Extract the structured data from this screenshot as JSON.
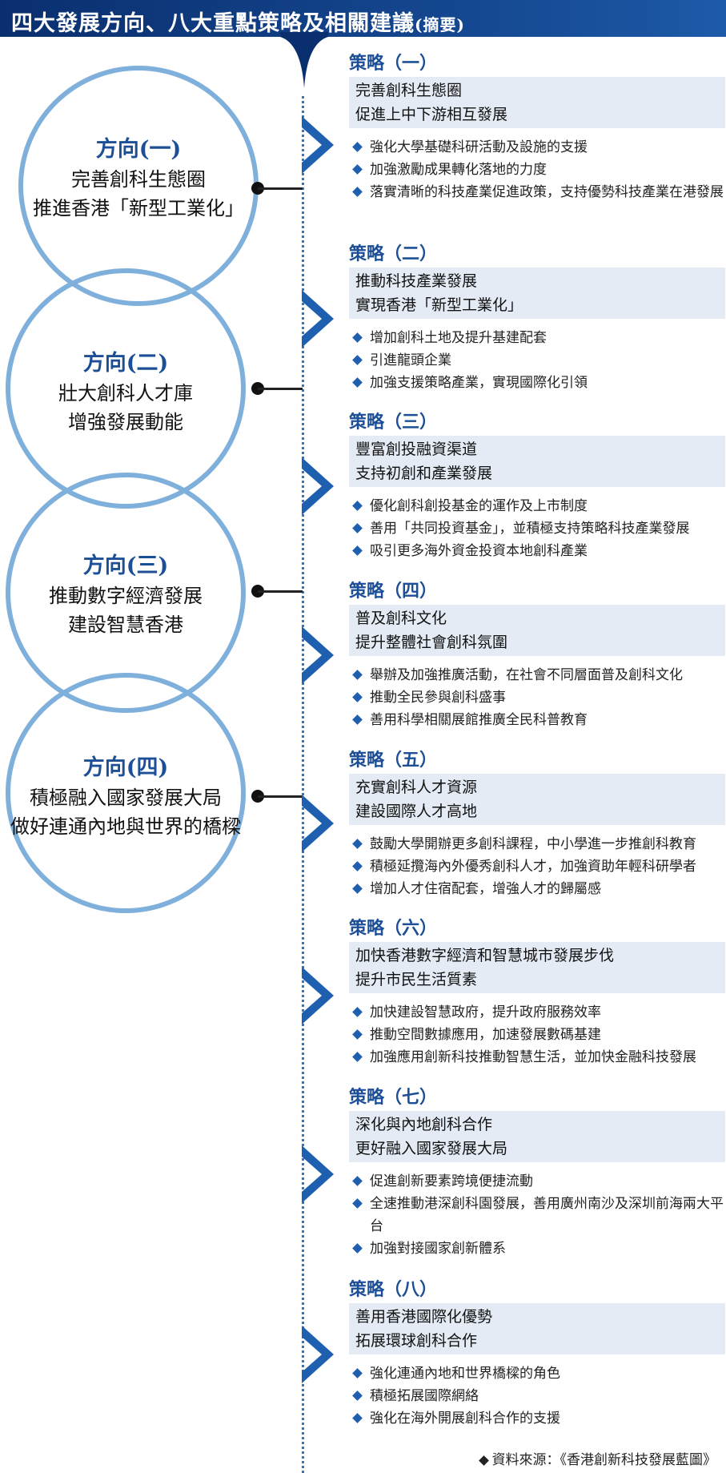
{
  "header": {
    "title": "四大發展方向、八大重點策略及相關建議",
    "title_suffix": "(摘要)"
  },
  "directions": [
    {
      "title": "方向(一)",
      "lines": [
        "完善創科生態圈",
        "推進香港「新型工業化」"
      ]
    },
    {
      "title": "方向(二)",
      "lines": [
        "壯大創科人才庫",
        "增強發展動能"
      ]
    },
    {
      "title": "方向(三)",
      "lines": [
        "推動數字經濟發展",
        "建設智慧香港"
      ]
    },
    {
      "title": "方向(四)",
      "lines": [
        "積極融入國家發展大局",
        "做好連通內地與世界的橋樑"
      ]
    }
  ],
  "strategies": [
    {
      "title": "策略（一）",
      "box": [
        "完善創科生態圈",
        "促進上中下游相互發展"
      ],
      "items": [
        "強化大學基礎科研活動及設施的支援",
        "加強激勵成果轉化落地的力度",
        "落實清晰的科技產業促進政策，支持優勢科技產業在港發展"
      ]
    },
    {
      "title": "策略（二）",
      "box": [
        "推動科技產業發展",
        "實現香港「新型工業化」"
      ],
      "items": [
        "增加創科土地及提升基建配套",
        "引進龍頭企業",
        "加強支援策略產業，實現國際化引領"
      ]
    },
    {
      "title": "策略（三）",
      "box": [
        "豐富創投融資渠道",
        "支持初創和產業發展"
      ],
      "items": [
        "優化創科創投基金的運作及上市制度",
        "善用「共同投資基金」，並積極支持策略科技產業發展",
        "吸引更多海外資金投資本地創科產業"
      ]
    },
    {
      "title": "策略（四）",
      "box": [
        "普及創科文化",
        "提升整體社會創科氛圍"
      ],
      "items": [
        "舉辦及加強推廣活動，在社會不同層面普及創科文化",
        "推動全民參與創科盛事",
        "善用科學相關展館推廣全民科普教育"
      ]
    },
    {
      "title": "策略（五）",
      "box": [
        "充實創科人才資源",
        "建設國際人才高地"
      ],
      "items": [
        "鼓勵大學開辦更多創科課程，中小學進一步推創科教育",
        "積極延攬海內外優秀創科人才，加強資助年輕科研學者",
        "增加人才住宿配套，增強人才的歸屬感"
      ]
    },
    {
      "title": "策略（六）",
      "box": [
        "加快香港數字經濟和智慧城市發展步伐",
        "提升市民生活質素"
      ],
      "items": [
        "加快建設智慧政府，提升政府服務效率",
        "推動空間數據應用，加速發展數碼基建",
        "加強應用創新科技推動智慧生活，並加快金融科技發展"
      ]
    },
    {
      "title": "策略（七）",
      "box": [
        "深化與內地創科合作",
        "更好融入國家發展大局"
      ],
      "items": [
        "促進創新要素跨境便捷流動",
        "全速推動港深創科園發展，善用廣州南沙及深圳前海兩大平台",
        "加強對接國家創新體系"
      ]
    },
    {
      "title": "策略（八）",
      "box": [
        "善用香港國際化優勢",
        "拓展環球創科合作"
      ],
      "items": [
        "強化連通內地和世界橋樑的角色",
        "積極拓展國際網絡",
        "強化在海外開展創科合作的支援"
      ]
    }
  ],
  "source": "資料來源：《香港創新科技發展藍圖》",
  "colors": {
    "header": "#0a2f6e",
    "circle_border": "#7fb0dc",
    "accent": "#1c4f96",
    "box_bg": "#e4ebf5"
  }
}
